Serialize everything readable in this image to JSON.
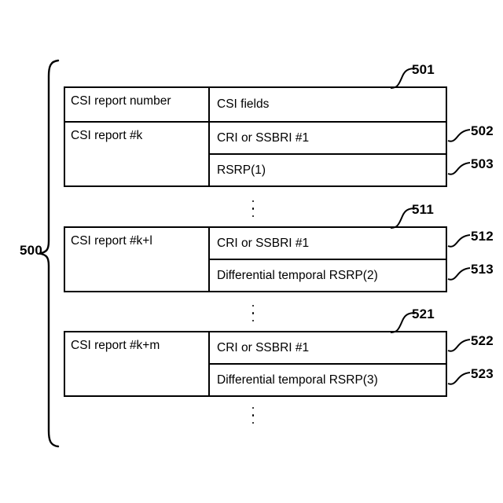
{
  "figure": {
    "group_label": "500",
    "ellipsis_glyph": "⋮"
  },
  "tables": [
    {
      "id": "table-501",
      "ref": "501",
      "header": {
        "left": "CSI report number",
        "right": "CSI fields"
      },
      "body": {
        "left": "CSI report #k",
        "rows": [
          {
            "text": "CRI or SSBRI #1",
            "ref": "502"
          },
          {
            "text": "RSRP(1)",
            "ref": "503"
          }
        ]
      }
    },
    {
      "id": "table-511",
      "ref": "511",
      "header": null,
      "body": {
        "left": "CSI report #k+l",
        "rows": [
          {
            "text": "CRI or SSBRI #1",
            "ref": "512"
          },
          {
            "text": "Differential temporal RSRP(2)",
            "ref": "513"
          }
        ]
      }
    },
    {
      "id": "table-521",
      "ref": "521",
      "header": null,
      "body": {
        "left": "CSI report #k+m",
        "rows": [
          {
            "text": "CRI or SSBRI #1",
            "ref": "522"
          },
          {
            "text": "Differential temporal RSRP(3)",
            "ref": "523"
          }
        ]
      }
    }
  ],
  "colors": {
    "line": "#000000",
    "background": "#ffffff",
    "text": "#000000"
  }
}
